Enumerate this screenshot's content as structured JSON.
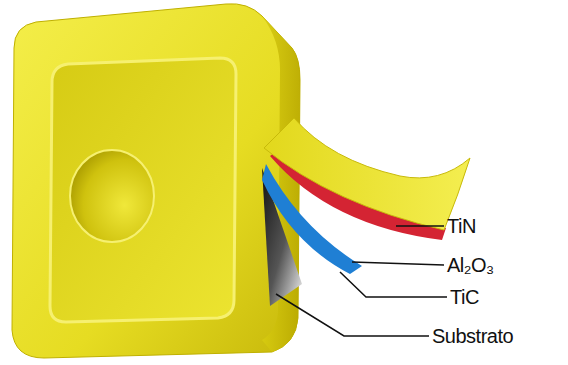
{
  "diagram": {
    "labels": [
      "TiN",
      "Al₂O₃",
      "TiC",
      "Substrato"
    ]
  }
}
